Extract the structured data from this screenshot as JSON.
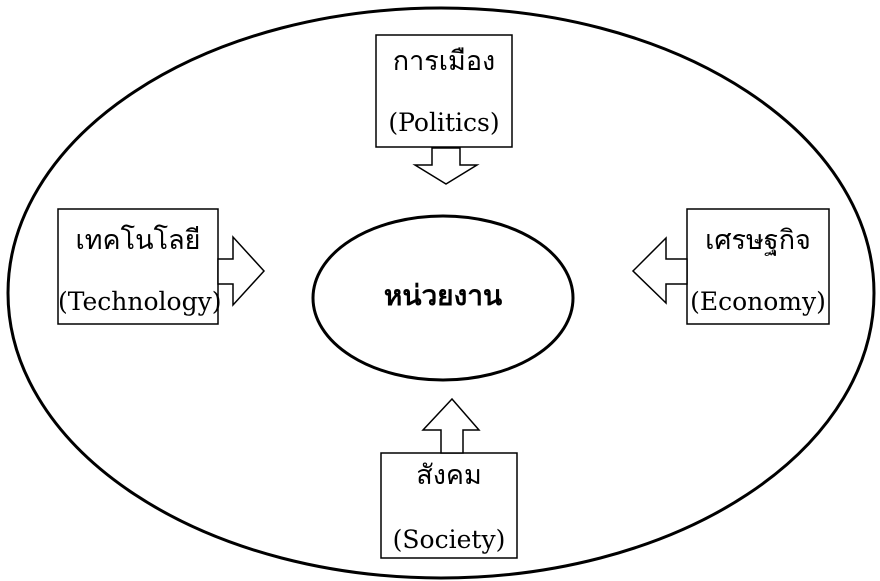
{
  "diagram": {
    "center": {
      "thai": "หน่วยงาน"
    },
    "factors": {
      "politics": {
        "thai": "การเมือง",
        "english": "(Politics)"
      },
      "technology": {
        "thai": "เทคโนโลยี",
        "english": "(Technology)"
      },
      "economy": {
        "thai": "เศรษฐกิจ",
        "english": "(Economy)"
      },
      "society": {
        "thai": "สังคม",
        "english": "(Society)"
      }
    }
  },
  "colors": {
    "stroke": "#000000",
    "fill": "#ffffff",
    "text": "#000000"
  }
}
